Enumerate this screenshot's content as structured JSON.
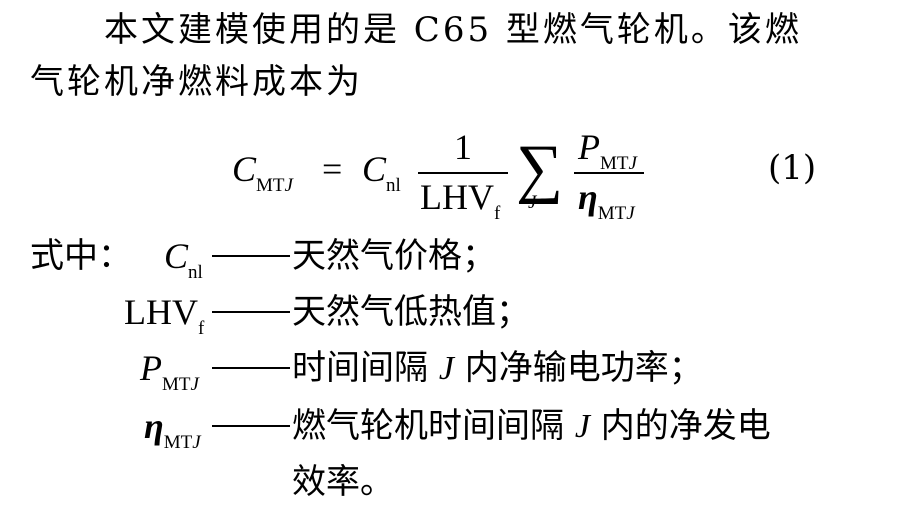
{
  "paragraph": {
    "line1": "本文建模使用的是 C65 型燃气轮机。该燃",
    "line2": "气轮机净燃料成本为"
  },
  "equation": {
    "lhs_symbol": "C",
    "lhs_sub": "MT",
    "lhs_sub_italic": "J",
    "equals": "=",
    "c_symbol": "C",
    "c_sub": "nl",
    "frac1_num": "1",
    "frac1_den": "LHV",
    "frac1_den_sub": "f",
    "sum_symbol": "∑",
    "sum_index": "J",
    "frac2_num": "P",
    "frac2_num_sub": "MT",
    "frac2_num_sub_italic": "J",
    "frac2_den": "η",
    "frac2_den_sub": "MT",
    "frac2_den_sub_italic": "J",
    "number": "(1)"
  },
  "definitions": {
    "intro": "式中：",
    "items": [
      {
        "symbol": "C",
        "sub": "nl",
        "sub_italic": "",
        "text": "天然气价格；"
      },
      {
        "symbol": "LHV",
        "sub": "f",
        "sub_italic": "",
        "text": "天然气低热值；"
      },
      {
        "symbol": "P",
        "sub": "MT",
        "sub_italic": "J",
        "text_before": "时间间隔 ",
        "text_var": "J",
        "text_after": " 内净输电功率；"
      },
      {
        "symbol": "η",
        "sub": "MT",
        "sub_italic": "J",
        "text_before": "燃气轮机时间间隔 ",
        "text_var": "J",
        "text_after": " 内的净发电",
        "text_line2": "效率。"
      }
    ]
  }
}
